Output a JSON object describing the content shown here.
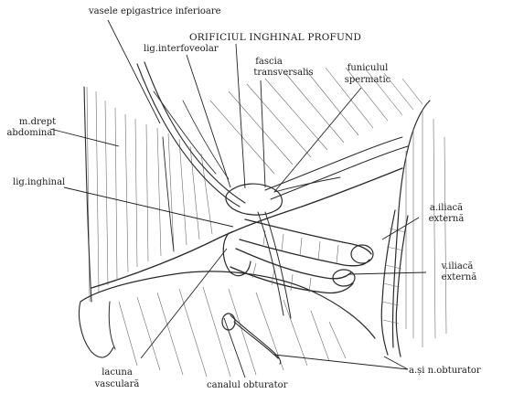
{
  "labels": {
    "vase_epigastrice": "vasele epigastrice inferioare",
    "orificiu": "ORIFICIUL INGHINAL PROFUND",
    "lig_interfoveolar": "lig.interfoveolar",
    "fascia_line1": "fascia",
    "fascia_line2": "transversalis",
    "funicul_line1": "funiculul",
    "funicul_line2": "spermatic",
    "drept_line1": "m.drept",
    "drept_line2": "abdominal",
    "lig_inghinal": "lig.inghinal",
    "iliaca_ext_a_line1": "a.iliacă",
    "iliaca_ext_a_line2": "externă",
    "iliaca_ext_v_line1": "v.iliacă",
    "iliaca_ext_v_line2": "externă",
    "obturator": "a.și n.obturator",
    "canal_obturator": "canalul obturator",
    "lacuna_line1": "lacuna",
    "lacuna_line2": "vasculară"
  }
}
